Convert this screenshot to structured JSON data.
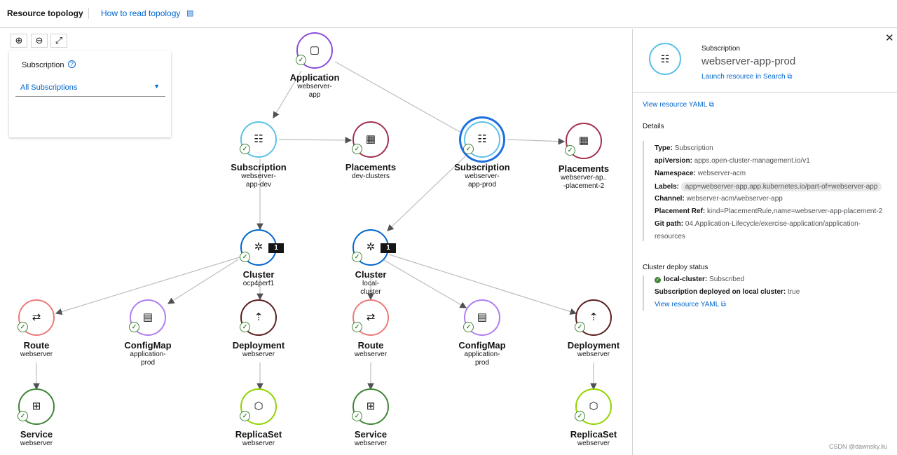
{
  "header": {
    "title": "Resource topology",
    "howto_label": "How to read topology",
    "howto_icon": "book-icon"
  },
  "toolbar": {
    "zoom_in_icon": "zoom-in-icon",
    "zoom_out_icon": "zoom-out-icon",
    "fit_icon": "expand-icon"
  },
  "filter": {
    "label": "Subscription",
    "selected": "All Subscriptions"
  },
  "colors": {
    "link": "#0066cc",
    "success": "#3e8635",
    "application": "#8a4ddb",
    "subscription": "#5bc2e7",
    "placements": "#a1314f",
    "cluster": "#0066cc",
    "route": "#ec7a7a",
    "configmap": "#b07ef0",
    "deployment": "#5c1f1f",
    "service": "#3e8635",
    "replicaset": "#92d400"
  },
  "nodes": [
    {
      "kind": "Application",
      "name": "webserver-\napp",
      "icon": "application-icon",
      "glyph": "▢"
    },
    {
      "kind": "Subscription",
      "name": "webserver-\napp-dev",
      "icon": "subscription-icon",
      "glyph": "☷"
    },
    {
      "kind": "Placements",
      "name": "dev-clusters",
      "icon": "placements-icon",
      "glyph": "▦"
    },
    {
      "kind": "Subscription",
      "name": "webserver-\napp-prod",
      "icon": "subscription-icon",
      "glyph": "☷"
    },
    {
      "kind": "Placements",
      "name": "webserver-ap..\n-placement-2",
      "icon": "placements-icon",
      "glyph": "▦"
    },
    {
      "kind": "Cluster",
      "name": "ocp4perf1",
      "icon": "cluster-icon",
      "glyph": "✲",
      "count": "1"
    },
    {
      "kind": "Cluster",
      "name": "local-\ncluster",
      "icon": "cluster-icon",
      "glyph": "✲",
      "count": "1"
    },
    {
      "kind": "Route",
      "name": "webserver",
      "icon": "route-icon",
      "glyph": "⇄"
    },
    {
      "kind": "ConfigMap",
      "name": "application-\nprod",
      "icon": "configmap-icon",
      "glyph": "▤"
    },
    {
      "kind": "Deployment",
      "name": "webserver",
      "icon": "deployment-icon",
      "glyph": "⇡"
    },
    {
      "kind": "Route",
      "name": "webserver",
      "icon": "route-icon",
      "glyph": "⇄"
    },
    {
      "kind": "ConfigMap",
      "name": "application-\nprod",
      "icon": "configmap-icon",
      "glyph": "▤"
    },
    {
      "kind": "Deployment",
      "name": "webserver",
      "icon": "deployment-icon",
      "glyph": "⇡"
    },
    {
      "kind": "Service",
      "name": "webserver",
      "icon": "service-icon",
      "glyph": "⊞"
    },
    {
      "kind": "ReplicaSet",
      "name": "webserver",
      "icon": "replicaset-icon",
      "glyph": "⬡"
    },
    {
      "kind": "Service",
      "name": "webserver",
      "icon": "service-icon",
      "glyph": "⊞"
    },
    {
      "kind": "ReplicaSet",
      "name": "webserver",
      "icon": "replicaset-icon",
      "glyph": "⬡"
    }
  ],
  "panel": {
    "kind": "Subscription",
    "name": "webserver-app-prod",
    "launch_label": "Launch resource in Search",
    "view_yaml_label": "View resource YAML",
    "details_header": "Details",
    "details": [
      {
        "label": "Type:",
        "value": "Subscription"
      },
      {
        "label": "apiVersion:",
        "value": "apps.open-cluster-management.io/v1"
      },
      {
        "label": "Namespace:",
        "value": "webserver-acm"
      },
      {
        "label": "Labels:",
        "value": "app=webserver-app,app.kubernetes.io/part-of=webserver-app"
      },
      {
        "label": "Channel:",
        "value": "webserver-acm/webserver-app"
      },
      {
        "label": "Placement Ref:",
        "value": "kind=PlacementRule,name=webserver-app-placement-2"
      },
      {
        "label": "Git path:",
        "value": "04.Application-Lifecycle/exercise-application/application-"
      },
      {
        "label": "",
        "value": "resources"
      }
    ],
    "deploy_header": "Cluster deploy status",
    "deploy_cluster": "local-cluster:",
    "deploy_status": "Subscribed",
    "deployed_label": "Subscription deployed on local cluster:",
    "deployed_value": "true",
    "view_yaml2_label": "View resource YAML"
  },
  "watermark": "CSDN @dawnsky.liu"
}
